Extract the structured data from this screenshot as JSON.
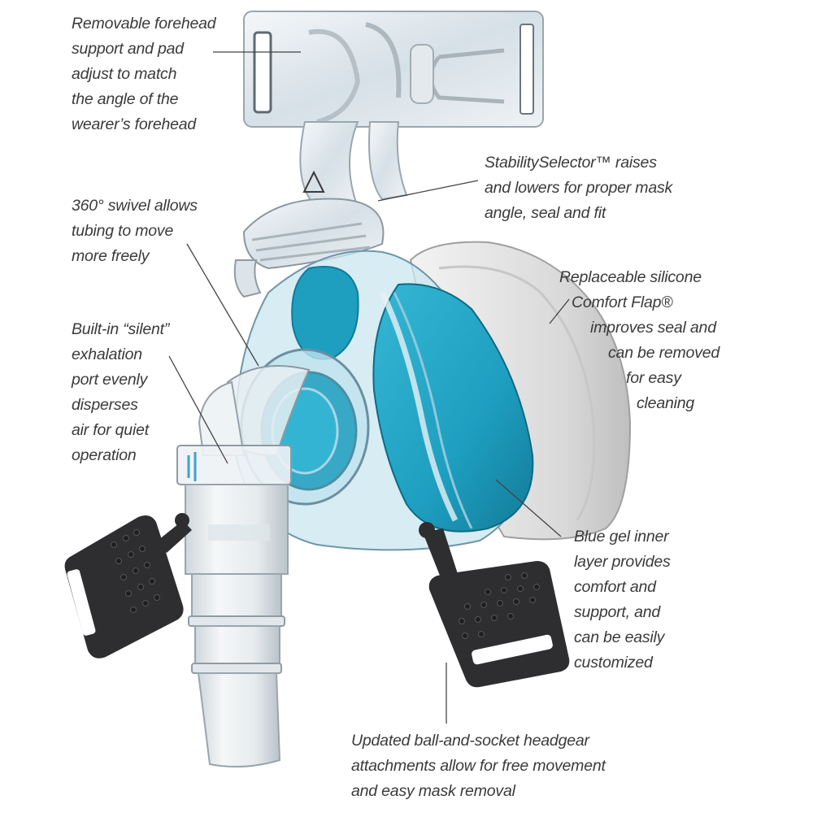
{
  "figure": {
    "subject": "nasal CPAP mask with forehead support, swivel elbow, silicone flap, blue gel cushion and headgear clips",
    "colors": {
      "gel_blue": "#1e9fc0",
      "gel_blue_dark": "#137a98",
      "clear_plastic": "#d9e3ea",
      "silicone_flap": "#dcdcdc",
      "clip_black": "#2e2e30",
      "text": "#3a3a3a",
      "leader_line": "#444444"
    }
  },
  "callouts": [
    {
      "id": "forehead-support",
      "lines": [
        "Removable forehead",
        "support and pad",
        "adjust to match",
        "the angle of the",
        "wearer’s forehead"
      ]
    },
    {
      "id": "stability-selector",
      "lines": [
        "StabilitySelector™ raises",
        "and lowers for proper mask",
        "angle, seal and fit"
      ]
    },
    {
      "id": "swivel",
      "lines": [
        "360° swivel allows",
        "tubing to move",
        "more freely"
      ]
    },
    {
      "id": "comfort-flap",
      "lines": [
        "Replaceable silicone",
        "Comfort Flap®",
        "improves seal and",
        "can be removed",
        "for easy",
        "cleaning"
      ]
    },
    {
      "id": "exhalation-port",
      "lines": [
        "Built-in “silent”",
        "exhalation",
        "port evenly",
        "disperses",
        "air for quiet",
        "operation"
      ]
    },
    {
      "id": "blue-gel",
      "lines": [
        "Blue gel inner",
        "layer provides",
        "comfort and",
        "support, and",
        "can be easily",
        "customized"
      ]
    },
    {
      "id": "headgear-attachments",
      "lines": [
        "Updated ball-and-socket headgear",
        "attachments allow for free movement",
        "and easy mask removal"
      ]
    }
  ]
}
